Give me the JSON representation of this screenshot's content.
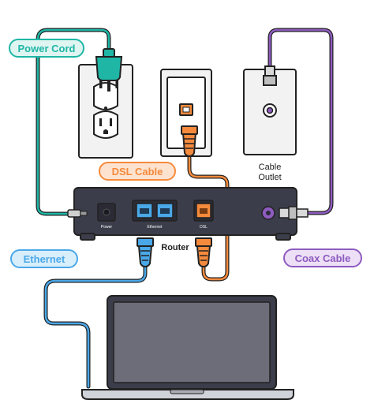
{
  "labels": {
    "power_cord": "Power Cord",
    "dsl_cable": "DSL Cable",
    "ethernet": "Ethernet",
    "coax_cable": "Coax Cable",
    "cable_outlet_line1": "Cable",
    "cable_outlet_line2": "Outlet",
    "router": "Router",
    "port_power": "Power",
    "port_ethernet": "Ethernet",
    "port_dsl": "DSL"
  },
  "colors": {
    "power": "#1fb6a6",
    "power_bg": "#dff5f1",
    "dsl": "#f58a3c",
    "dsl_bg": "#fde3cf",
    "ethernet": "#4aa8e8",
    "ethernet_bg": "#d8eefb",
    "coax": "#8e5bbf",
    "coax_bg": "#ecdff6",
    "router_body": "#3b3d4a",
    "outline": "#222222",
    "wall_plate": "#f2f2f2"
  }
}
